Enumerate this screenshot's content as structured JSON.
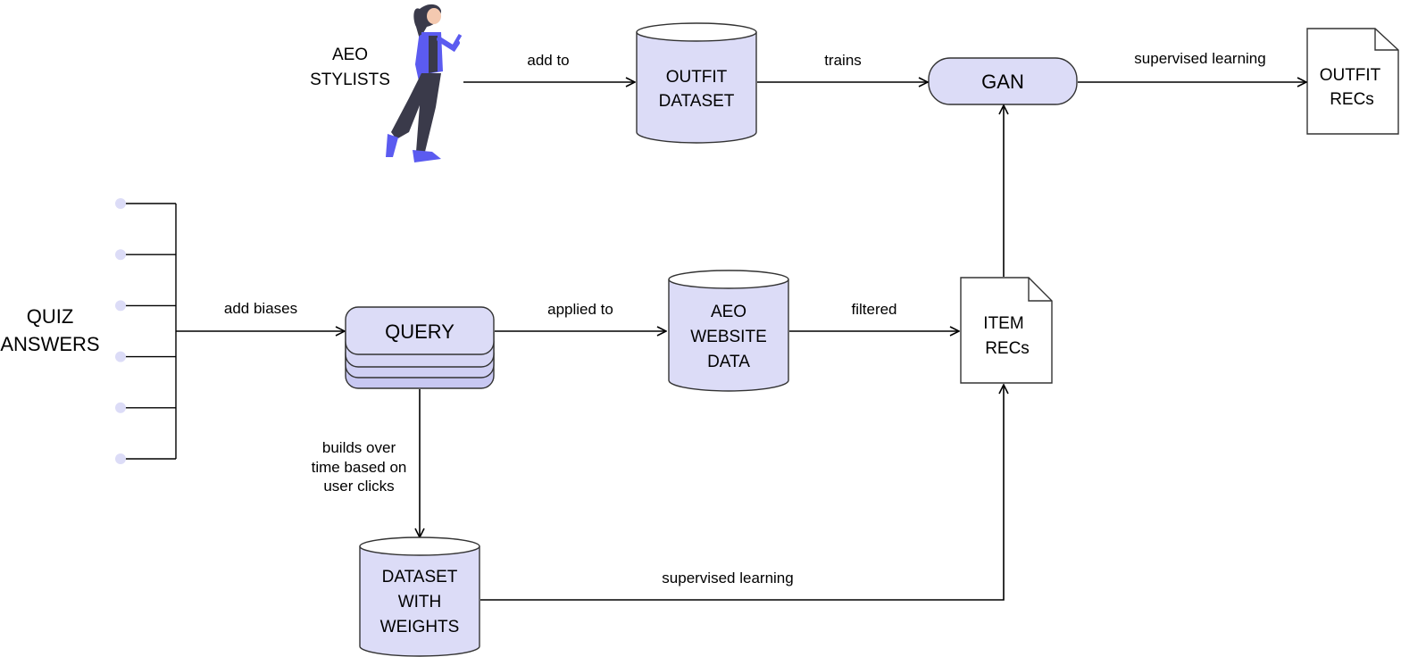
{
  "colors": {
    "node_fill": "#dcdcf7",
    "node_stroke": "#333333",
    "line": "#000000",
    "figure_accent": "#5b5bf0",
    "figure_dark": "#3a3a4a",
    "dot": "#dcdcf7"
  },
  "actors": {
    "stylists": {
      "line1": "AEO",
      "line2": "STYLISTS",
      "icon": "woman-with-phone-illustration"
    },
    "quiz": {
      "line1": "QUIZ",
      "line2": "ANSWERS"
    }
  },
  "nodes": {
    "outfit_dataset": {
      "line1": "OUTFIT",
      "line2": "DATASET",
      "shape": "database"
    },
    "gan": {
      "label": "GAN",
      "shape": "rounded-rect"
    },
    "outfit_recs": {
      "line1": "OUTFIT",
      "line2": "RECs",
      "shape": "document"
    },
    "query": {
      "label": "QUERY",
      "shape": "stacked-rounded-rect"
    },
    "aeo_website_data": {
      "line1": "AEO",
      "line2": "WEBSITE",
      "line3": "DATA",
      "shape": "database"
    },
    "item_recs": {
      "line1": "ITEM",
      "line2": "RECs",
      "shape": "document"
    },
    "dataset_weights": {
      "line1": "DATASET",
      "line2": "WITH",
      "line3": "WEIGHTS",
      "shape": "database"
    }
  },
  "edges": {
    "add_to": "add to",
    "trains": "trains",
    "supervised_top": "supervised learning",
    "add_biases": "add biases",
    "applied_to": "applied to",
    "filtered": "filtered",
    "builds_line1": "builds over",
    "builds_line2": "time based on",
    "builds_line3": "user clicks",
    "supervised_bottom": "supervised learning"
  },
  "quiz_inputs_count": 6
}
